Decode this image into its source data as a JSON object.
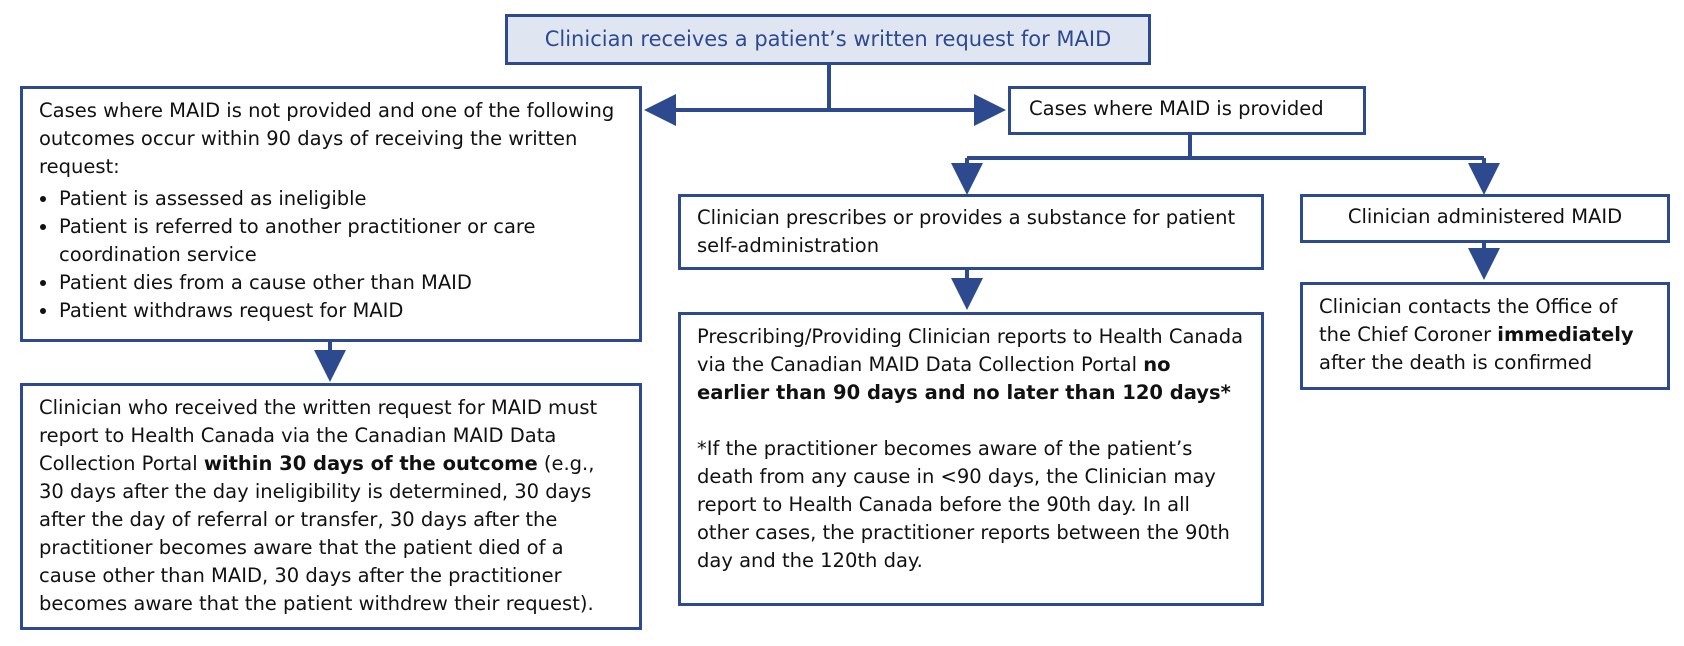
{
  "top": {
    "label": "Clinician receives a patient’s written request for MAID"
  },
  "not_provided": {
    "intro": "Cases where MAID is not provided and one of the following outcomes occur within  90 days of receiving the written request:",
    "bullets": [
      "Patient is assessed as ineligible",
      "Patient is referred to another practitioner or care coordination service",
      "Patient dies from a cause other than MAID",
      "Patient withdraws request for MAID"
    ]
  },
  "report_not_provided": {
    "part1": "Clinician who received the written request for MAID must report to Health Canada via the Canadian MAID Data Collection Portal ",
    "bold": "within 30 days of the outcome",
    "part2": " (e.g., 30 days after the day ineligibility is determined, 30 days after the day of referral or transfer, 30 days after the practitioner becomes aware that the patient died of a cause other than MAID, 30 days after the practitioner becomes aware that the patient withdrew their request)."
  },
  "provided": {
    "label": "Cases where MAID is provided"
  },
  "prescribes": {
    "label": "Clinician prescribes or provides a substance for patient self-administration"
  },
  "administered": {
    "label": "Clinician administered MAID"
  },
  "report_provided": {
    "part1": "Prescribing/Providing Clinician reports to Health Canada via the Canadian MAID Data Collection Portal ",
    "bold": "no earlier than 90 days and no later than 120 days*",
    "note": "*If the practitioner becomes aware of the patient’s death from any cause in <90 days, the Clinician may report to Health Canada before the 90th day. In all other cases, the practitioner reports between the 90th day and the 120th day."
  },
  "coroner": {
    "part1": "Clinician contacts the Office of the Chief Coroner ",
    "bold": "immediately",
    "part2": " after the death is confirmed"
  },
  "colors": {
    "border": "#2e4a8f",
    "top_fill": "#dfe6f2"
  }
}
